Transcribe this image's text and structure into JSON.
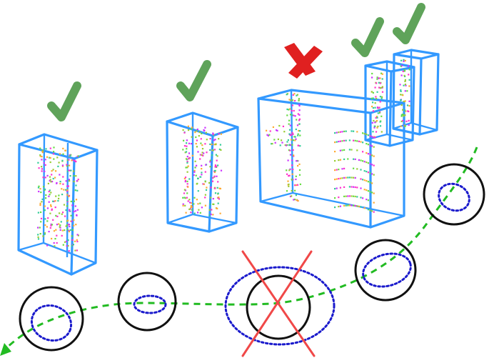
{
  "colors": {
    "box": "#3399ff",
    "check": "#5fa35a",
    "cross_bold": "#e02020",
    "cross_thin": "#f04848",
    "trajectory": "#22bb22",
    "circle": "#111111",
    "ellipse": "#1a1acc",
    "point_colors": [
      "#ff33cc",
      "#66dd44",
      "#ffaa33",
      "#33cc99",
      "#cc33ff",
      "#99cc33"
    ]
  },
  "objects": [
    {
      "id": "box-1",
      "status": "check"
    },
    {
      "id": "box-2",
      "status": "check"
    },
    {
      "id": "box-3",
      "status": "cross"
    },
    {
      "id": "box-4",
      "status": "check"
    },
    {
      "id": "box-5",
      "status": "check"
    }
  ],
  "track_nodes": [
    {
      "id": "node-1",
      "status": "kept"
    },
    {
      "id": "node-2",
      "status": "kept"
    },
    {
      "id": "node-3",
      "status": "rejected"
    },
    {
      "id": "node-4",
      "status": "kept"
    },
    {
      "id": "node-5",
      "status": "kept"
    }
  ],
  "icons": {
    "accept": "checkmark-icon",
    "reject": "cross-icon",
    "direction": "arrowhead-icon"
  }
}
